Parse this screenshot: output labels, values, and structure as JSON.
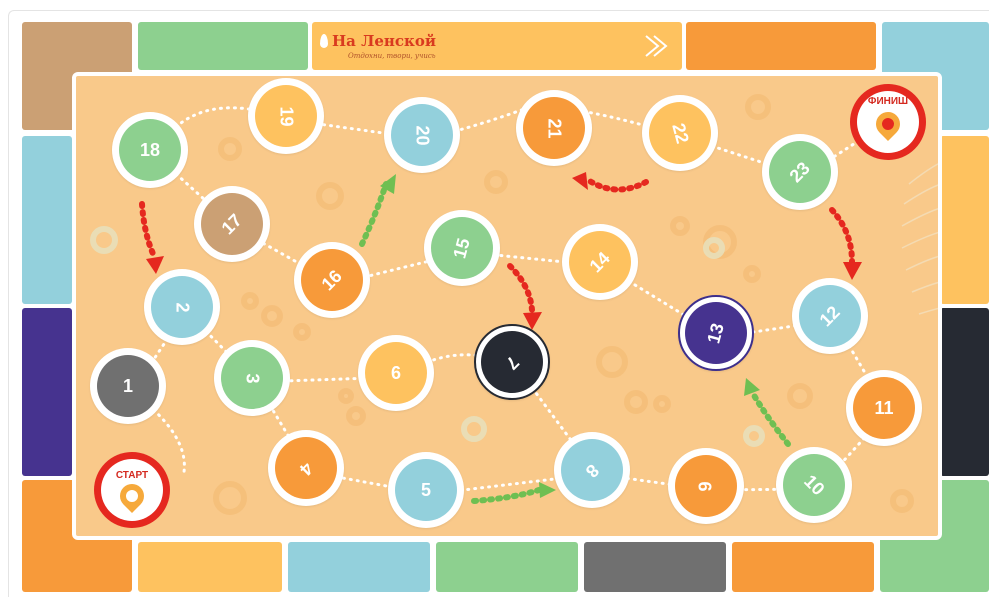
{
  "brand": {
    "name": "На Ленской",
    "tagline": "Отдохни, твори, учись"
  },
  "markers": {
    "start_label": "СТАРТ",
    "finish_label": "ФИНИШ"
  },
  "colors": {
    "board": "#f9c98a",
    "green": "#8dd08f",
    "blue": "#93d0dc",
    "yellow": "#fec25f",
    "orange": "#f79a3a",
    "brown": "#cba074",
    "purple": "#46338f",
    "dark": "#262a33",
    "gray": "#707070",
    "red": "#e5281f"
  },
  "cells": [
    {
      "label": "1",
      "color": "#707070",
      "rotate": 0
    },
    {
      "label": "2",
      "color": "#93d0dc",
      "rotate": 90
    },
    {
      "label": "3",
      "color": "#8dd08f",
      "rotate": 90
    },
    {
      "label": "4",
      "color": "#f79a3a",
      "rotate": 135
    },
    {
      "label": "5",
      "color": "#93d0dc",
      "rotate": 0
    },
    {
      "label": "6",
      "color": "#fec25f",
      "rotate": 0
    },
    {
      "label": "7",
      "color": "#262a33",
      "rotate": 135
    },
    {
      "label": "8",
      "color": "#93d0dc",
      "rotate": 135
    },
    {
      "label": "9",
      "color": "#f79a3a",
      "rotate": -90
    },
    {
      "label": "10",
      "color": "#8dd08f",
      "rotate": 45
    },
    {
      "label": "11",
      "color": "#f79a3a",
      "rotate": 0
    },
    {
      "label": "12",
      "color": "#93d0dc",
      "rotate": -45
    },
    {
      "label": "13",
      "color": "#46338f",
      "rotate": -75
    },
    {
      "label": "14",
      "color": "#fec25f",
      "rotate": -45
    },
    {
      "label": "15",
      "color": "#8dd08f",
      "rotate": -75
    },
    {
      "label": "16",
      "color": "#f79a3a",
      "rotate": -45
    },
    {
      "label": "17",
      "color": "#cba074",
      "rotate": -45
    },
    {
      "label": "18",
      "color": "#8dd08f",
      "rotate": 0
    },
    {
      "label": "19",
      "color": "#fec25f",
      "rotate": 90
    },
    {
      "label": "20",
      "color": "#93d0dc",
      "rotate": 90
    },
    {
      "label": "21",
      "color": "#f79a3a",
      "rotate": 90
    },
    {
      "label": "22",
      "color": "#fec25f",
      "rotate": 75
    },
    {
      "label": "23",
      "color": "#8dd08f",
      "rotate": -45
    }
  ],
  "border_tiles": [
    "#cba074",
    "#8dd08f",
    "#f79a3a",
    "#93d0dc",
    "#fec25f",
    "#262a33",
    "#8dd08f",
    "#93d0dc",
    "#46338f",
    "#f79a3a",
    "#fec25f",
    "#93d0dc",
    "#8dd08f",
    "#707070",
    "#f79a3a"
  ]
}
